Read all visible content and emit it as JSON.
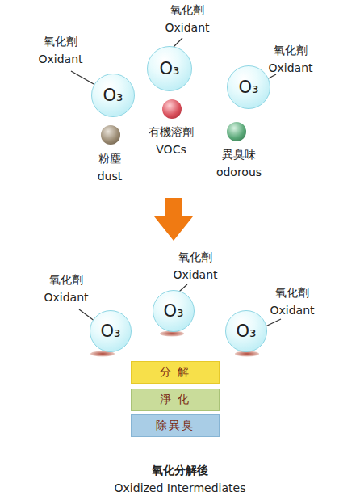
{
  "diagram": {
    "caption": "氧化分解後",
    "nodes": [
      {
        "text": [
          "氧化劑 Oxidant",
          "O₃"
        ]
      },
      {
        "text": [
          "氧化劑 Oxidant",
          "O₃"
        ]
      },
      {
        "text": [
          "氧化劑 Oxidant",
          "O₃"
        ]
      },
      {
        "text": [
          "粉塵 dust"
        ]
      },
      {
        "text": [
          "有機溶劑 VOCs"
        ]
      },
      {
        "text": [
          "異臭味 odorous"
        ]
      },
      {
        "text": [
          "氧化劑 Oxidant",
          "O₃"
        ]
      },
      {
        "text": [
          "氧化劑 Oxidant",
          "O₃"
        ]
      },
      {
        "text": [
          "氧化劑 Oxidant",
          "O₃"
        ]
      },
      {
        "text": [
          "分 解"
        ]
      },
      {
        "text": [
          "淨 化"
        ]
      },
      {
        "text": [
          "除異臭"
        ]
      }
    ],
    "labels": [
      "Oxidized Intermediates"
    ]
  }
}
